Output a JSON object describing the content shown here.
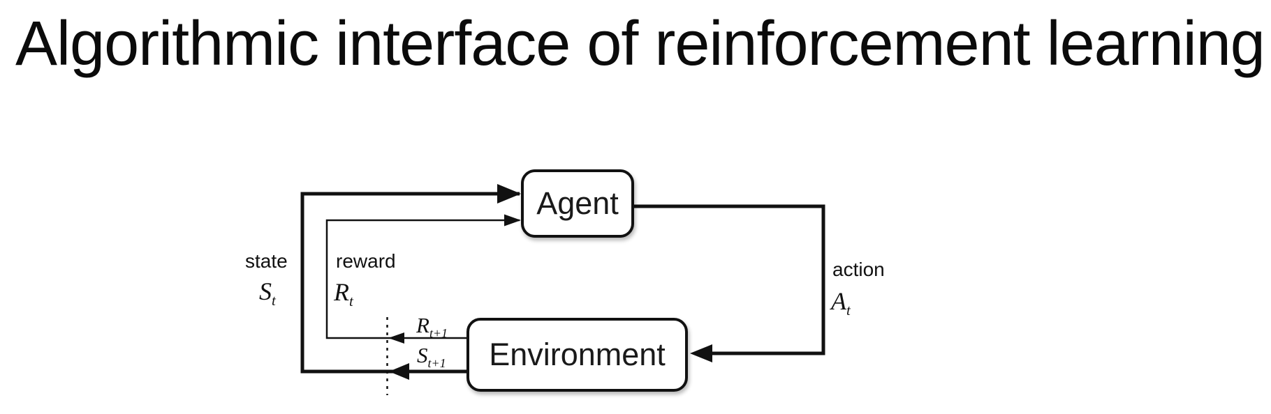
{
  "title": "Algorithmic interface of reinforcement learning",
  "diagram": {
    "agent_label": "Agent",
    "environment_label": "Environment",
    "state_label": "state",
    "state_symbol": {
      "base": "S",
      "sub": "t"
    },
    "reward_label": "reward",
    "reward_symbol": {
      "base": "R",
      "sub": "t"
    },
    "action_label": "action",
    "action_symbol": {
      "base": "A",
      "sub": "t"
    },
    "next_reward_symbol": {
      "base": "R",
      "sub": "t+1"
    },
    "next_state_symbol": {
      "base": "S",
      "sub": "t+1"
    },
    "colors": {
      "ink": "#111111",
      "box_fill": "#ffffff",
      "background": "#ffffff"
    }
  }
}
